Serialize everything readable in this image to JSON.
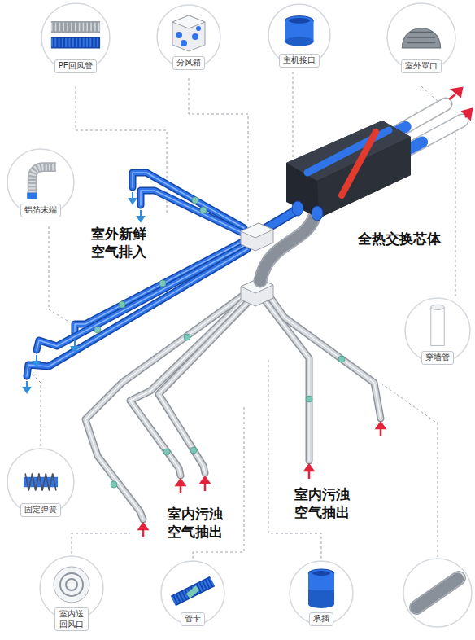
{
  "diagram": {
    "nodes": [
      {
        "text": [
          "PE回风管"
        ]
      },
      {
        "text": [
          "分风箱"
        ]
      },
      {
        "text": [
          "主机接口"
        ]
      },
      {
        "text": [
          "室外罩口"
        ]
      },
      {
        "text": [
          "铝箔末端"
        ]
      },
      {
        "text": [
          "穿墙管"
        ]
      },
      {
        "text": [
          "固定弹簧"
        ]
      },
      {
        "text": [
          "室内送回风口"
        ]
      },
      {
        "text": [
          "管卡"
        ]
      },
      {
        "text": [
          "承插"
        ]
      }
    ],
    "labels": [
      "室外新鲜 空气排入",
      "全热交换芯体",
      "室内污浊 空气抽出",
      "室内污浊 空气抽出"
    ]
  }
}
